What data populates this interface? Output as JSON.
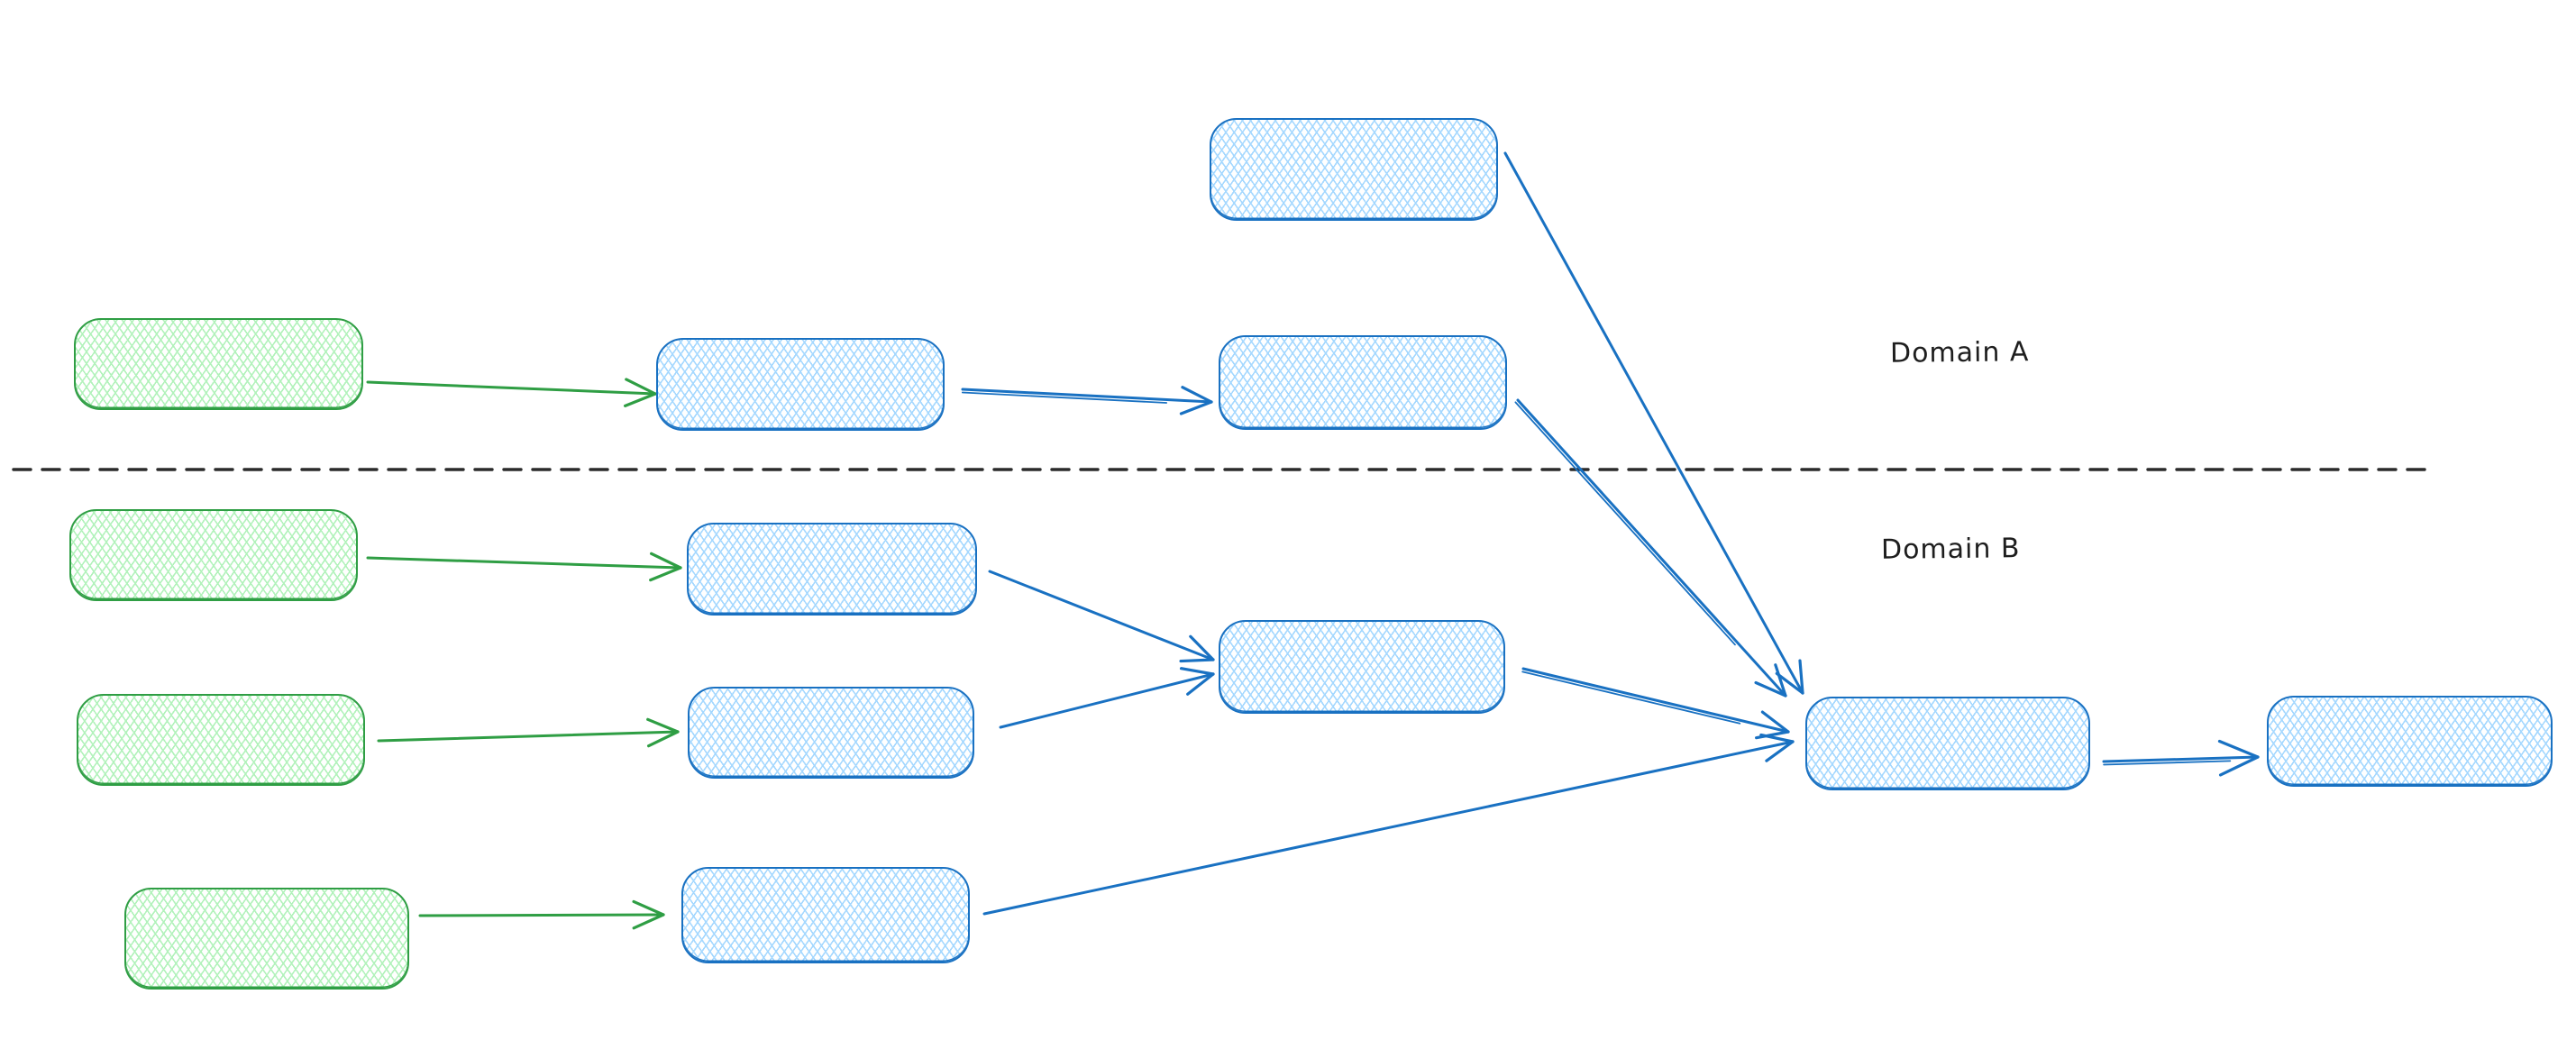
{
  "diagram": {
    "labels": {
      "domain_a": "Domain A",
      "domain_b": "Domain B"
    },
    "colors": {
      "background": "#ffffff",
      "blue_stroke": "#1971c2",
      "blue_fill": "#a5d8ff",
      "green_stroke": "#2f9e44",
      "green_fill": "#b2f2bb",
      "divider": "#2b2b2b",
      "label_text": "#1e1e1e"
    },
    "nodes": [
      {
        "id": "domain-a-top-box",
        "variant": "blue"
      },
      {
        "id": "domain-a-source-box",
        "variant": "green"
      },
      {
        "id": "domain-a-step-1-box",
        "variant": "blue"
      },
      {
        "id": "domain-a-step-2-box",
        "variant": "blue"
      },
      {
        "id": "domain-b-source-1-box",
        "variant": "green"
      },
      {
        "id": "domain-b-step-1-box",
        "variant": "blue"
      },
      {
        "id": "domain-b-source-2-box",
        "variant": "green"
      },
      {
        "id": "domain-b-step-2-box",
        "variant": "blue"
      },
      {
        "id": "domain-b-merge-box",
        "variant": "blue"
      },
      {
        "id": "domain-b-source-3-box",
        "variant": "green"
      },
      {
        "id": "domain-b-step-3-box",
        "variant": "blue"
      },
      {
        "id": "central-merge-box",
        "variant": "blue"
      },
      {
        "id": "final-output-box",
        "variant": "blue"
      }
    ]
  }
}
